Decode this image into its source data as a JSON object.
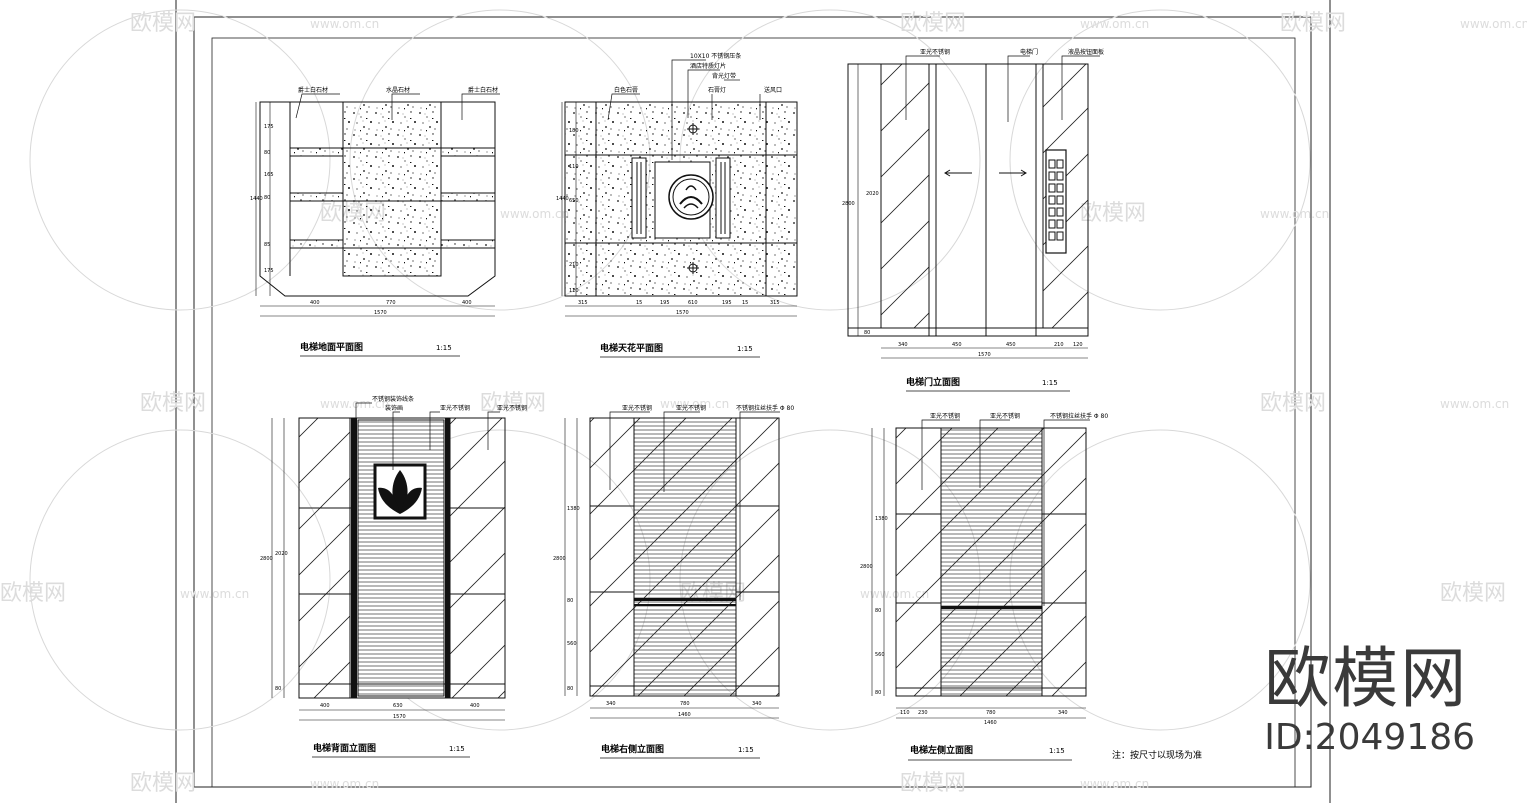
{
  "drawings": [
    {
      "id": "floor-plan",
      "title": "电梯地面平面图",
      "scale": "1:15",
      "labels": [
        "爵士白石材",
        "水晶石材",
        "爵士白石材"
      ],
      "dims_h": [
        "400",
        "770",
        "400",
        "1570"
      ],
      "dims_v": [
        "175",
        "80",
        "165",
        "80",
        "85",
        "175",
        "1440"
      ]
    },
    {
      "id": "ceiling-plan",
      "title": "电梯天花平面图",
      "scale": "1:15",
      "labels": [
        "10X10 不锈钢压条",
        "酒店特质灯片",
        "背光灯带",
        "白色石膏",
        "石膏灯",
        "送风口"
      ],
      "dims_h": [
        "315",
        "15",
        "195",
        "610",
        "195",
        "15",
        "315",
        "1570"
      ],
      "dims_v": [
        "180",
        "110",
        "650",
        "210",
        "110",
        "1440"
      ]
    },
    {
      "id": "door-elevation",
      "title": "电梯门立面图",
      "scale": "1:15",
      "labels": [
        "亚光不锈钢",
        "电梯门",
        "液晶按钮面板"
      ],
      "dims_h": [
        "340",
        "450",
        "450",
        "210",
        "120",
        "1570"
      ],
      "dims_v": [
        "2800",
        "2020",
        "80"
      ]
    },
    {
      "id": "back-elevation",
      "title": "电梯背面立面图",
      "scale": "1:15",
      "labels": [
        "不锈钢装饰线条",
        "装饰画",
        "亚光不锈钢",
        "亚光不锈钢"
      ],
      "dims_h": [
        "400",
        "630",
        "400",
        "1570"
      ],
      "dims_v": [
        "2800",
        "2020",
        "80"
      ]
    },
    {
      "id": "right-elevation",
      "title": "电梯右侧立面图",
      "scale": "1:15",
      "labels": [
        "亚光不锈钢",
        "亚光不锈钢",
        "不锈钢拉丝扶手 Φ 80"
      ],
      "dims_h": [
        "340",
        "780",
        "340",
        "1460"
      ],
      "dims_v": [
        "1380",
        "80",
        "560",
        "80",
        "2800"
      ]
    },
    {
      "id": "left-elevation",
      "title": "电梯左侧立面图",
      "scale": "1:15",
      "labels": [
        "亚光不锈钢",
        "亚光不锈钢",
        "不锈钢拉丝扶手 Φ 80"
      ],
      "dims_h": [
        "110",
        "230",
        "780",
        "340",
        "1460"
      ],
      "dims_v": [
        "1380",
        "80",
        "560",
        "80",
        "2800"
      ]
    }
  ],
  "note": "注：按尺寸以现场为准",
  "watermark": {
    "brand": "欧模网",
    "id": "ID:2049186",
    "site": "www.om.cn"
  }
}
